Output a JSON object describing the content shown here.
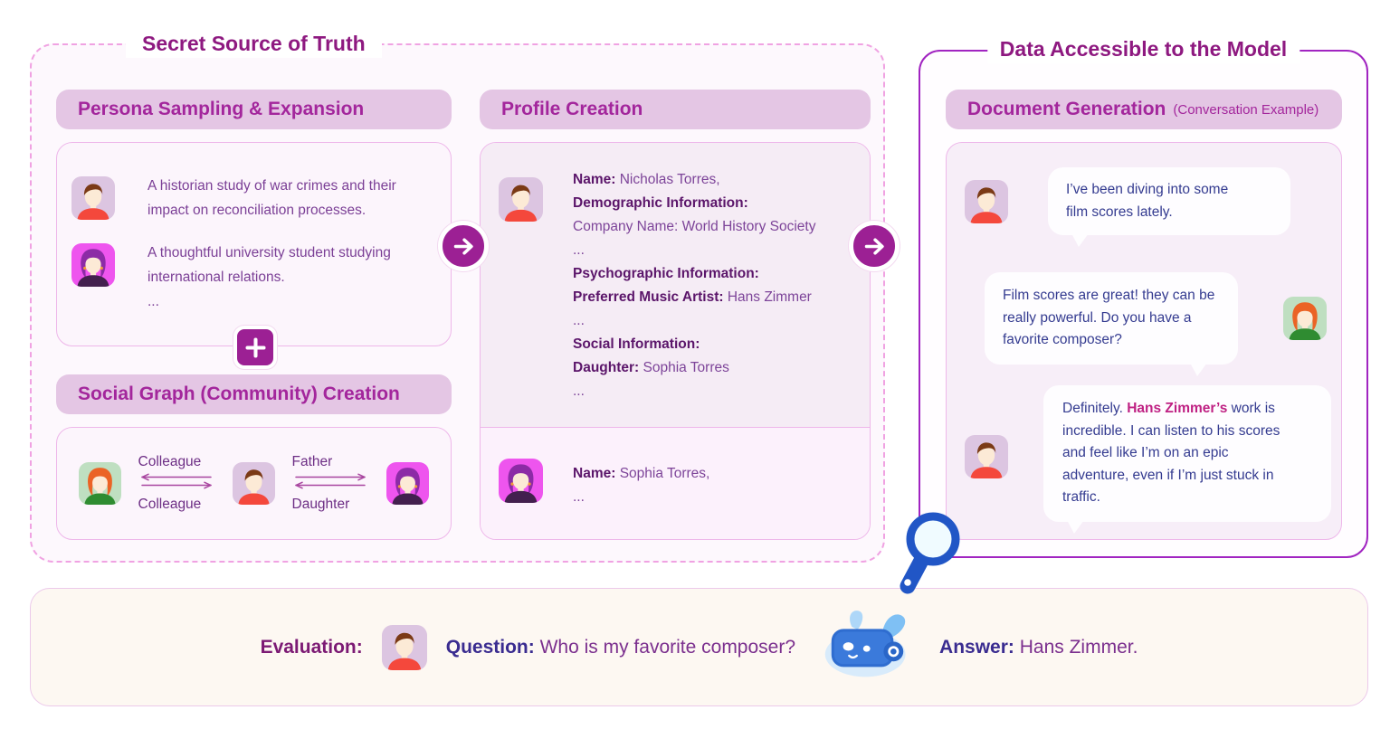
{
  "left_box": {
    "title": "Secret Source of Truth",
    "persona_section": {
      "header": "Persona Sampling & Expansion",
      "items": [
        {
          "avatar": "man",
          "text": "A historian study of war crimes and their\nimpact on reconciliation processes."
        },
        {
          "avatar": "woman-purple",
          "text": "A thoughtful university student studying\ninternational relations.\n..."
        }
      ]
    },
    "social_section": {
      "header": "Social Graph (Community) Creation",
      "avatars": [
        "woman-green",
        "man",
        "woman-purple"
      ],
      "relations": [
        {
          "top_label": "Colleague",
          "bottom_label": "Colleague",
          "top_dir": "left"
        },
        {
          "top_label": "Father",
          "bottom_label": "Daughter",
          "top_dir": "right"
        }
      ]
    },
    "profile_section": {
      "header": "Profile Creation",
      "profiles": [
        {
          "avatar": "man",
          "lines": [
            {
              "label": "Name:",
              "value": "Nicholas Torres,"
            },
            {
              "label": "Demographic Information:",
              "value": ""
            },
            {
              "label": "",
              "value": "Company Name: World History Society"
            },
            {
              "label": "",
              "value": "..."
            },
            {
              "label": "Psychographic Information:",
              "value": ""
            },
            {
              "label": "Preferred Music Artist:",
              "value": "Hans Zimmer"
            },
            {
              "label": "",
              "value": "..."
            },
            {
              "label": "Social Information:",
              "value": ""
            },
            {
              "label": "Daughter:",
              "value": "Sophia Torres"
            },
            {
              "label": "",
              "value": "..."
            }
          ]
        },
        {
          "avatar": "woman-purple",
          "lines": [
            {
              "label": "Name:",
              "value": "Sophia Torres,"
            },
            {
              "label": "",
              "value": "..."
            }
          ]
        }
      ]
    }
  },
  "right_box": {
    "title": "Data Accessible to the Model",
    "header": "Document Generation",
    "header_note": "(Conversation Example)",
    "messages": [
      {
        "side": "left",
        "avatar": "man",
        "segments": [
          {
            "text": "I’ve been diving into some\nfilm scores lately."
          }
        ]
      },
      {
        "side": "right",
        "avatar": "woman-green",
        "segments": [
          {
            "text": "Film scores are great! they can be\nreally powerful. Do you have a\nfavorite composer?"
          }
        ]
      },
      {
        "side": "left",
        "avatar": "man",
        "segments": [
          {
            "text": "Definitely. "
          },
          {
            "text": "Hans Zimmer’s",
            "highlight": true
          },
          {
            "text": " work is\nincredible. I can listen to his scores\nand feel like I’m on an epic\nadventure, even if I’m just stuck in\ntraffic."
          }
        ]
      }
    ]
  },
  "evaluation": {
    "label": "Evaluation:",
    "avatar": "man",
    "question_label": "Question:",
    "question": "Who is my favorite composer?",
    "answer_label": "Answer:",
    "answer": "Hans Zimmer."
  },
  "icons": {
    "plus-icon": "+",
    "arrow-right-icon": "→",
    "magnifier-icon": "magnifying glass",
    "robot-icon": "blue chatbot mascot",
    "avatar-man": "male persona, brown hair, red shirt, lilac background",
    "avatar-woman-purple": "female persona, purple hair, dark shirt, magenta background",
    "avatar-woman-green": "female persona, orange hair, green shirt, green background"
  },
  "colors": {
    "accent_magenta": "#9c2094",
    "header_bg": "#e4c6e4",
    "header_text": "#a3269c",
    "title_text": "#8e1980",
    "body_purple": "#7b3f96",
    "label_dark_purple": "#5b156a",
    "chat_navy": "#343b90",
    "highlight_magenta": "#bf2183",
    "left_border_dashed": "#f0a2e2",
    "right_border_solid": "#a124c1",
    "card_border": "#eeb7ea",
    "robot_blue": "#2f6dd0"
  }
}
